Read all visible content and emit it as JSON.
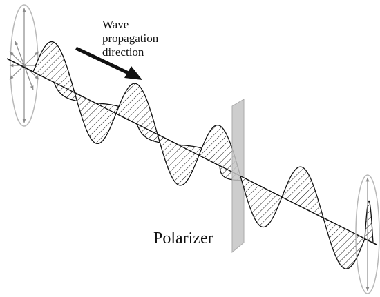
{
  "labels": {
    "direction_line1": "Wave",
    "direction_line2": "propagation",
    "direction_line3": "direction",
    "polarizer": "Polarizer"
  },
  "colors": {
    "wave_stroke": "#111111",
    "axis": "#111111",
    "polarizer_fill": "#c4c4c4",
    "ellipse": "#b8b8b8",
    "arrows": "#8a8a8a",
    "background": "#ffffff"
  },
  "icons": {
    "direction_arrow": "arrow-down-right-icon"
  }
}
